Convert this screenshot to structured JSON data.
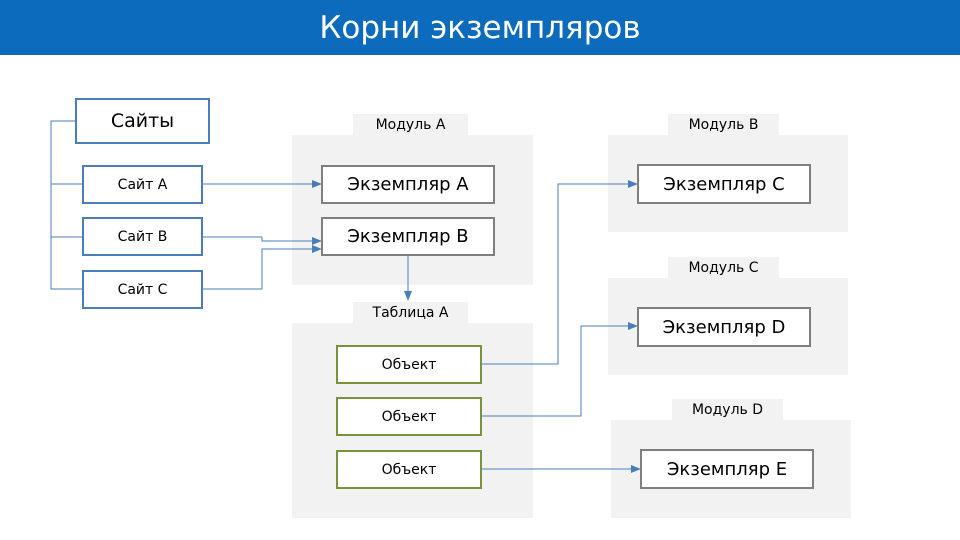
{
  "title": "Корни экземпляров",
  "sites": {
    "root": "Сайты",
    "items": [
      "Сайт A",
      "Сайт B",
      "Сайт C"
    ]
  },
  "modules": {
    "a": {
      "label": "Модуль A",
      "instances": [
        "Экземпляр A",
        "Экземпляр B"
      ]
    },
    "b": {
      "label": "Модуль B",
      "instance": "Экземпляр C"
    },
    "c": {
      "label": "Модуль C",
      "instance": "Экземпляр D"
    },
    "d": {
      "label": "Модуль D",
      "instance": "Экземпляр E"
    }
  },
  "table": {
    "label": "Таблица A",
    "objects": [
      "Объект",
      "Объект",
      "Объект"
    ]
  },
  "colors": {
    "header": "#0c6bbd",
    "site_border": "#4a7ebb",
    "instance_border": "#7f7f7f",
    "object_border": "#77933c",
    "connector": "#4a7ebb",
    "panel": "#f2f2f2"
  }
}
